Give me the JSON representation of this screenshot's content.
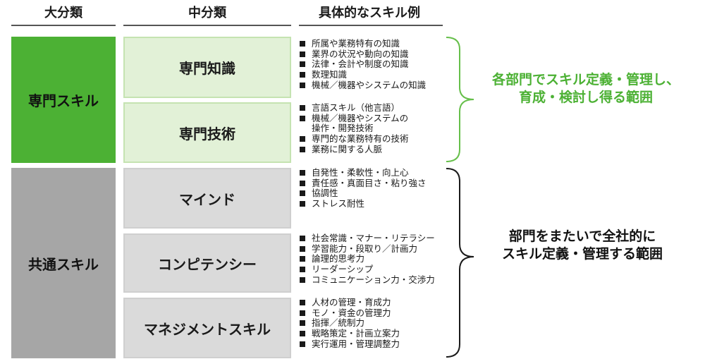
{
  "headers": {
    "major": "大分類",
    "mid": "中分類",
    "examples": "具体的なスキル例"
  },
  "colors": {
    "green": "#4cb134",
    "green_light": "#e2f1d7",
    "gray": "#a6a6a6",
    "gray_light": "#dadada"
  },
  "groups": [
    {
      "label": "専門スキル",
      "note": [
        "各部門でスキル定義・管理し、",
        "育成・検討し得る範囲"
      ],
      "items": [
        {
          "label": "専門知識",
          "examples": [
            "所属や業務特有の知識",
            "業界の状況や動向の知識",
            "法律・会計や制度の知識",
            "数理知識",
            "機械／機器やシステムの知識"
          ]
        },
        {
          "label": "専門技術",
          "examples": [
            "言語スキル（他言語）",
            "機械／機器やシステムの",
            "操作・開発技術",
            "専門的な業務特有の技術",
            "業務に関する人脈"
          ]
        }
      ]
    },
    {
      "label": "共通スキル",
      "note": [
        "部門をまたいで全社的に",
        "スキル定義・管理する範囲"
      ],
      "items": [
        {
          "label": "マインド",
          "examples": [
            "自発性・柔軟性・向上心",
            "責任感・真面目さ・粘り強さ",
            "協調性",
            "ストレス耐性"
          ]
        },
        {
          "label": "コンピテンシー",
          "examples": [
            "社会常識・マナー・リテラシー",
            "学習能力・段取り／計画力",
            "論理的思考力",
            "リーダーシップ",
            "コミュニケーション力・交渉力"
          ]
        },
        {
          "label": "マネジメントスキル",
          "examples": [
            "人材の管理・育成力",
            "モノ・資金の管理力",
            "指揮／統制力",
            "戦略策定・計画立案力",
            "実行運用・管理調整力"
          ]
        }
      ]
    }
  ]
}
